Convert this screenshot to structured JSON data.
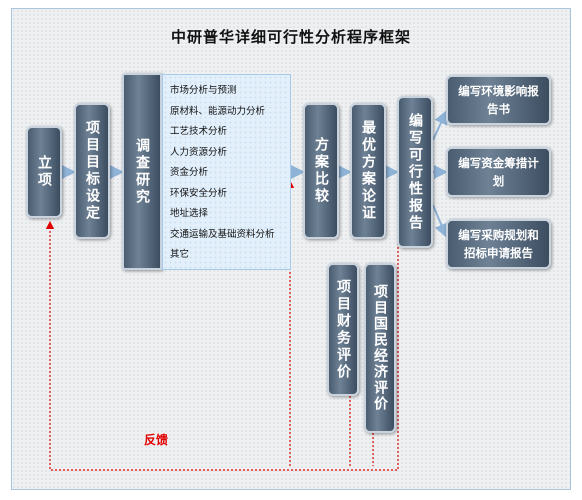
{
  "title": "中研普华详细可行性分析程序框架",
  "nodes": {
    "lixiang": "立项",
    "mubiao": "项目目标设定",
    "diaocha": "调查研究",
    "bijiao": "方案比较",
    "zuiyou": "最优方案论证",
    "baogao": "编写可行性报告",
    "caiwu": "项目财务评价",
    "guomin": "项目国民经济评价"
  },
  "research_items": [
    "市场分析与预测",
    "原材料、能源动力分析",
    "工艺技术分析",
    "人力资源分析",
    "资金分析",
    "环保安全分析",
    "地址选择",
    "交通运输及基础资料分析",
    "其它"
  ],
  "outputs": [
    "编写环境影响报告书",
    "编写资金筹措计划",
    "编写采购规划和招标申请报告"
  ],
  "feedback_label": "反馈",
  "colors": {
    "arrow": "#8fb3d6",
    "feedback": "#e10000"
  }
}
